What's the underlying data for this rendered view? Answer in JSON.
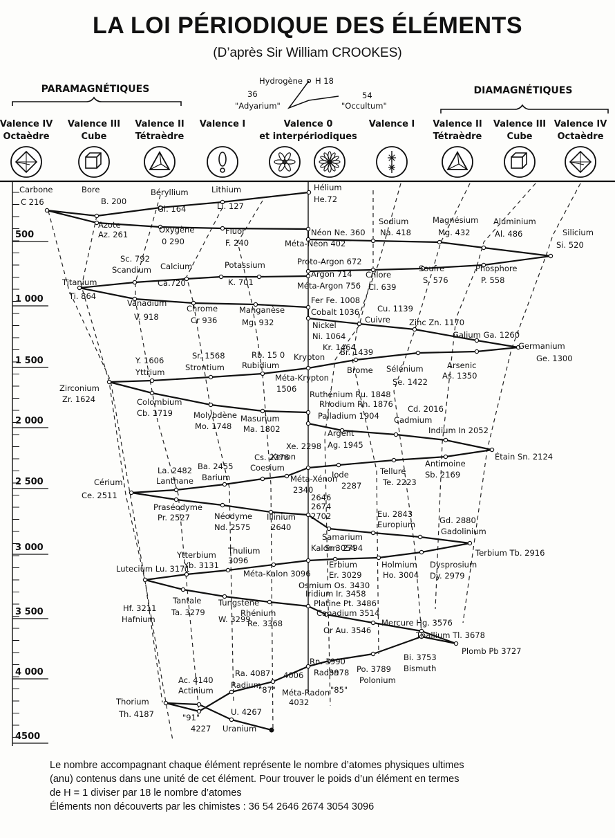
{
  "title": "LA LOI PÉRIODIQUE DES ÉLÉMENTS",
  "subtitle": "(D’après Sir William CROOKES)",
  "groups": {
    "left": "PARAMAGNÉTIQUES",
    "right": "DIAMAGNÉTIQUES"
  },
  "hydrogen": {
    "label": "Hydrogène",
    "value": "H 18"
  },
  "top_hypotheticals": [
    {
      "number": "36",
      "name": "\"Adyarium\""
    },
    {
      "number": "54",
      "name": "\"Occultum\""
    }
  ],
  "columns": [
    {
      "lines": [
        "Valence IV",
        "Octaèdre"
      ],
      "icon": "octahedron-icon"
    },
    {
      "lines": [
        "Valence III",
        "Cube"
      ],
      "icon": "cube-icon"
    },
    {
      "lines": [
        "Valence II",
        "Tétraèdre"
      ],
      "icon": "tetrahedron-icon"
    },
    {
      "lines": [
        "Valence I"
      ],
      "icon": "dumbbell-icon"
    },
    {
      "lines": [
        "Valence 0",
        "et interpériodiques"
      ],
      "icon": "star-icons"
    },
    {
      "lines": [
        "Valence I"
      ],
      "icon": "spike-icon"
    },
    {
      "lines": [
        "Valence II",
        "Tétraèdre"
      ],
      "icon": "tetrahedron-icon"
    },
    {
      "lines": [
        "Valence III",
        "Cube"
      ],
      "icon": "cube-icon"
    },
    {
      "lines": [
        "Valence IV",
        "Octaèdre"
      ],
      "icon": "octahedron-icon"
    }
  ],
  "axis_ticks": [
    "500",
    "1 000",
    "1 500",
    "2 000",
    "2 500",
    "3 000",
    "3 500",
    "4 000",
    "4500"
  ],
  "elements": [
    "Carbone",
    "C 216",
    "Bore",
    "B. 200",
    "Béryllium",
    "Gl. 164",
    "Lithium",
    "Li. 127",
    "Hélium",
    "He.72",
    "Azote",
    "Az. 261",
    "Oxygène",
    "0 290",
    "Fluor",
    "F. 240",
    "Néon Ne. 360",
    "Méta-Néon 402",
    "Sodium",
    "Na. 418",
    "Magnésium",
    "Mg. 432",
    "Aluminium",
    "Al. 486",
    "Silicium",
    "Si. 520",
    "Sc. 792",
    "Scandium",
    "Calcium",
    "Ca.720",
    "Potassium",
    "K. 701",
    "Proto-Argon 672",
    "Argon 714",
    "Méta-Argon 756",
    "Chlore",
    "Cl. 639",
    "Soufre",
    "S. 576",
    "Phosphore",
    "P. 558",
    "Titanium",
    "Ti. 864",
    "Vanadium",
    "V. 918",
    "Chrome",
    "Cr 936",
    "Manganèse",
    "Mg. 932",
    "Fer Fe. 1008",
    "Cobalt 1036",
    "Cu. 1139",
    "Cuivre",
    "Zinc Zn. 1170",
    "Nickel",
    "Ni. 1064",
    "Galium Ga. 1260",
    "Germanium",
    "Ge. 1300",
    "Kr. 1464",
    "Krypton",
    "Br. 1439",
    "Brome",
    "Y. 1606",
    "Yttrium",
    "Sr. 1568",
    "Strontium",
    "Rb. 15 0",
    "Rubidium",
    "Méta-Krypton",
    "1506",
    "Sélénium",
    "Se. 1422",
    "Arsenic",
    "As. 1350",
    "Zirconium",
    "Zr. 1624",
    "Ruthénium Ru. 1848",
    "Rhodium Rh. 1876",
    "Palladium 1904",
    "Cd. 2016",
    "Cadmium",
    "Colombium",
    "Cb. 1719",
    "Molybdène",
    "Mo. 1748",
    "Masurium",
    "Ma. 1802",
    "Argent",
    "Ag. 1945",
    "Indium In 2052",
    "Étain Sn. 2124",
    "Xe. 2298",
    "Xenon",
    "Cs. 2376",
    "Coesium",
    "La. 2482",
    "Lanthane",
    "Ba. 2455",
    "Barium",
    "Antimoine",
    "Sb. 2169",
    "Méta-Xénon",
    "2340",
    "Iode",
    "2287",
    "Tellure",
    "Te. 2223",
    "Cérium",
    "Ce. 2511",
    "2646",
    "2674",
    "2702",
    "Praséodyme",
    "Pr. 2527",
    "Néodyme",
    "Nd. 2575",
    "Illinium",
    "2640",
    "Eu. 2843",
    "Europium",
    "Gd. 2880",
    "Gadolinium",
    "Samarium",
    "Sm. 2794",
    "Terbium Tb. 2916",
    "Ytterbium",
    "Yb. 3131",
    "Thulium",
    "3096",
    "Kalon 3054",
    "Erbium",
    "Er. 3029",
    "Holmium",
    "Ho. 3004",
    "Dysprosium",
    "Dy. 2979",
    "Lutecium Lu. 3171",
    "Méta-Kalon 3096",
    "Osmium Os. 3430",
    "Iridium Ir. 3458",
    "Platine Pt. 3486",
    "Canadium 3514",
    "Hf. 3211",
    "Hafnium",
    "Tantale",
    "Ta. 3279",
    "Tungstène",
    "W. 3299",
    "Rhénium",
    "Re. 3368",
    "Or Au. 3546",
    "Mercure Hg. 3576",
    "Thallium Tl. 3678",
    "Plomb Pb 3727",
    "Rn. 3990",
    "Radon",
    "3978",
    "Po. 3789",
    "Polonium",
    "Bi. 3753",
    "Bismuth",
    "Ac. 4140",
    "Actinium",
    "Ra. 4087",
    "Radium",
    "4006",
    "\"87\"",
    "Méta-Radon",
    "4032",
    "\"85\"",
    "Thorium",
    "Th. 4187",
    "\"91\"",
    "4227",
    "U. 4267",
    "Uranium"
  ],
  "footer": {
    "line1": "Le nombre accompagnant chaque élément représente le nombre d’atomes physiques ultimes",
    "line2": "(anu) contenus dans une unité de cet élément. Pour trouver le poids d’un élément en termes",
    "line3": "de H = 1 diviser par 18 le nombre d’atomes",
    "line4": "Éléments non découverts par les chimistes : 36   54   2646   2674   3054   3096"
  }
}
